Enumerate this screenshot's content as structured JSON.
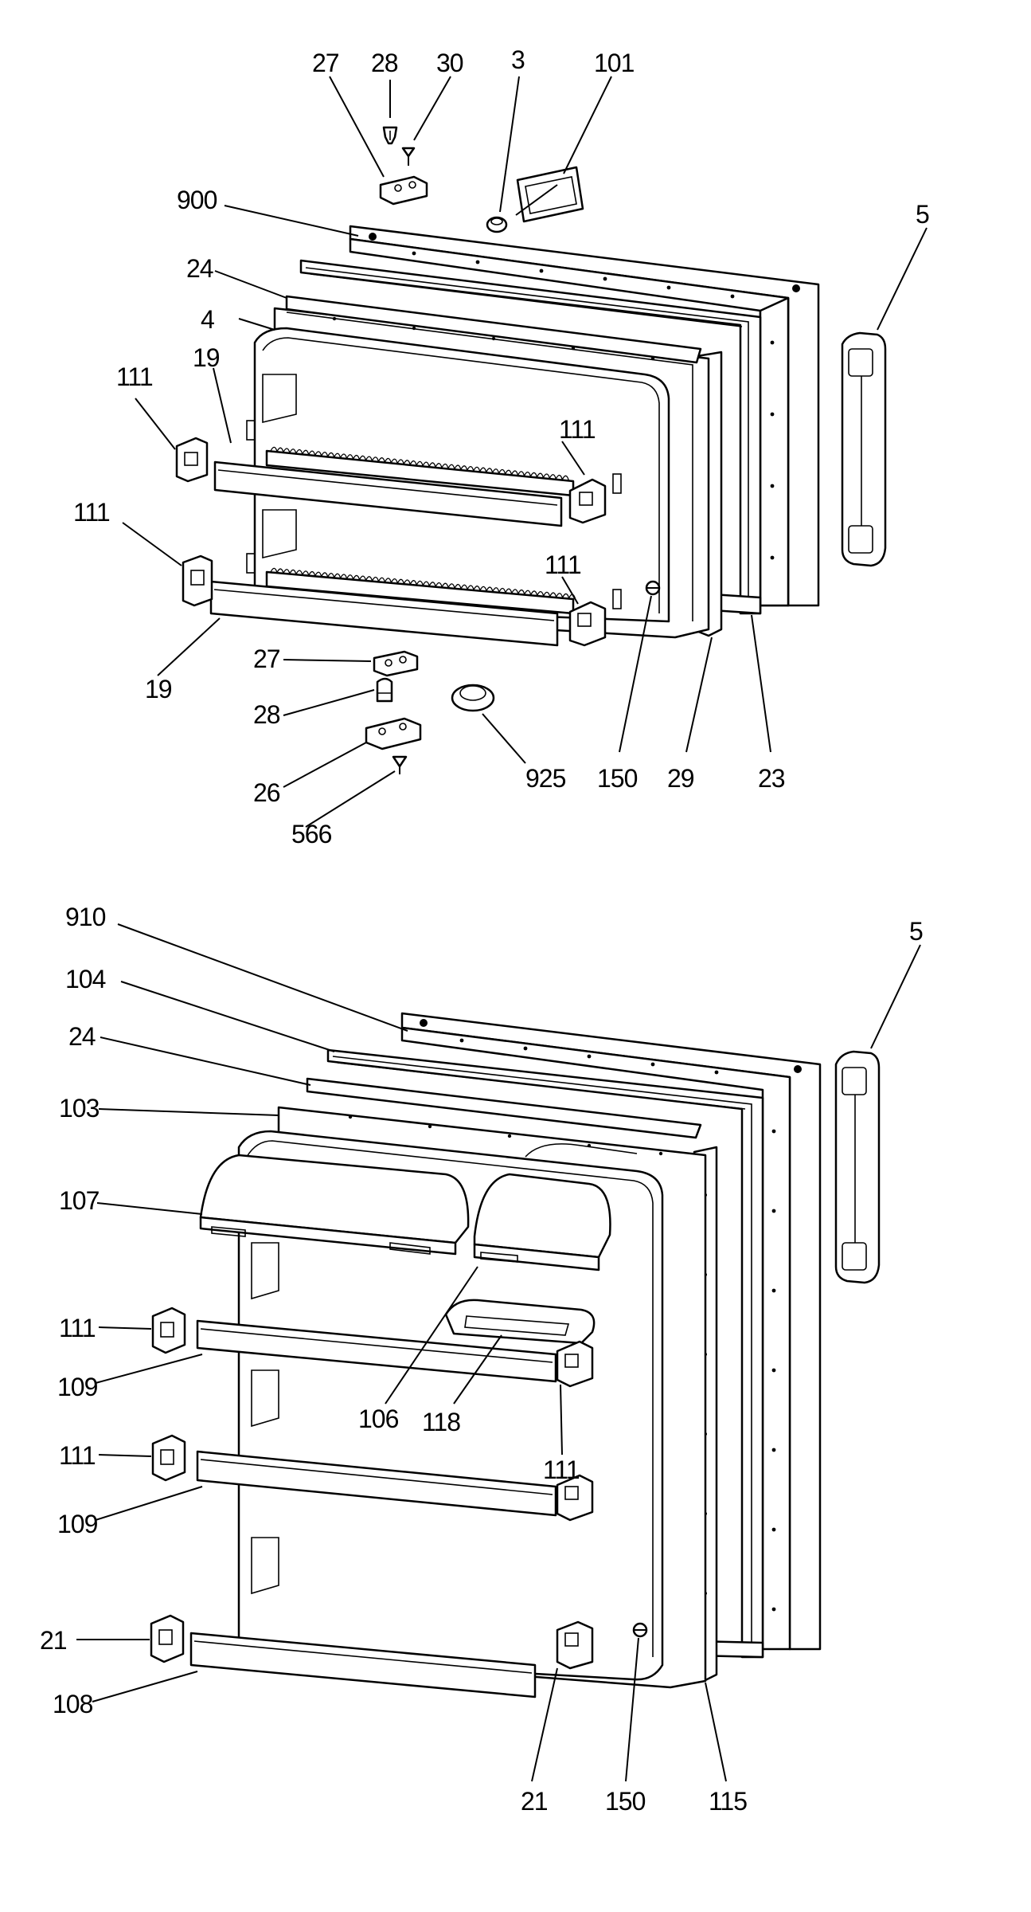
{
  "diagram": {
    "upper_door_labels": [
      "27",
      "28",
      "30",
      "3",
      "101",
      "900",
      "5",
      "24",
      "4",
      "19",
      "111",
      "111",
      "111",
      "111",
      "19",
      "27",
      "28",
      "26",
      "566",
      "925",
      "150",
      "29",
      "23"
    ],
    "lower_door_labels": [
      "910",
      "5",
      "104",
      "24",
      "103",
      "107",
      "111",
      "109",
      "106",
      "118",
      "111",
      "111",
      "109",
      "21",
      "108",
      "21",
      "150",
      "115"
    ]
  }
}
